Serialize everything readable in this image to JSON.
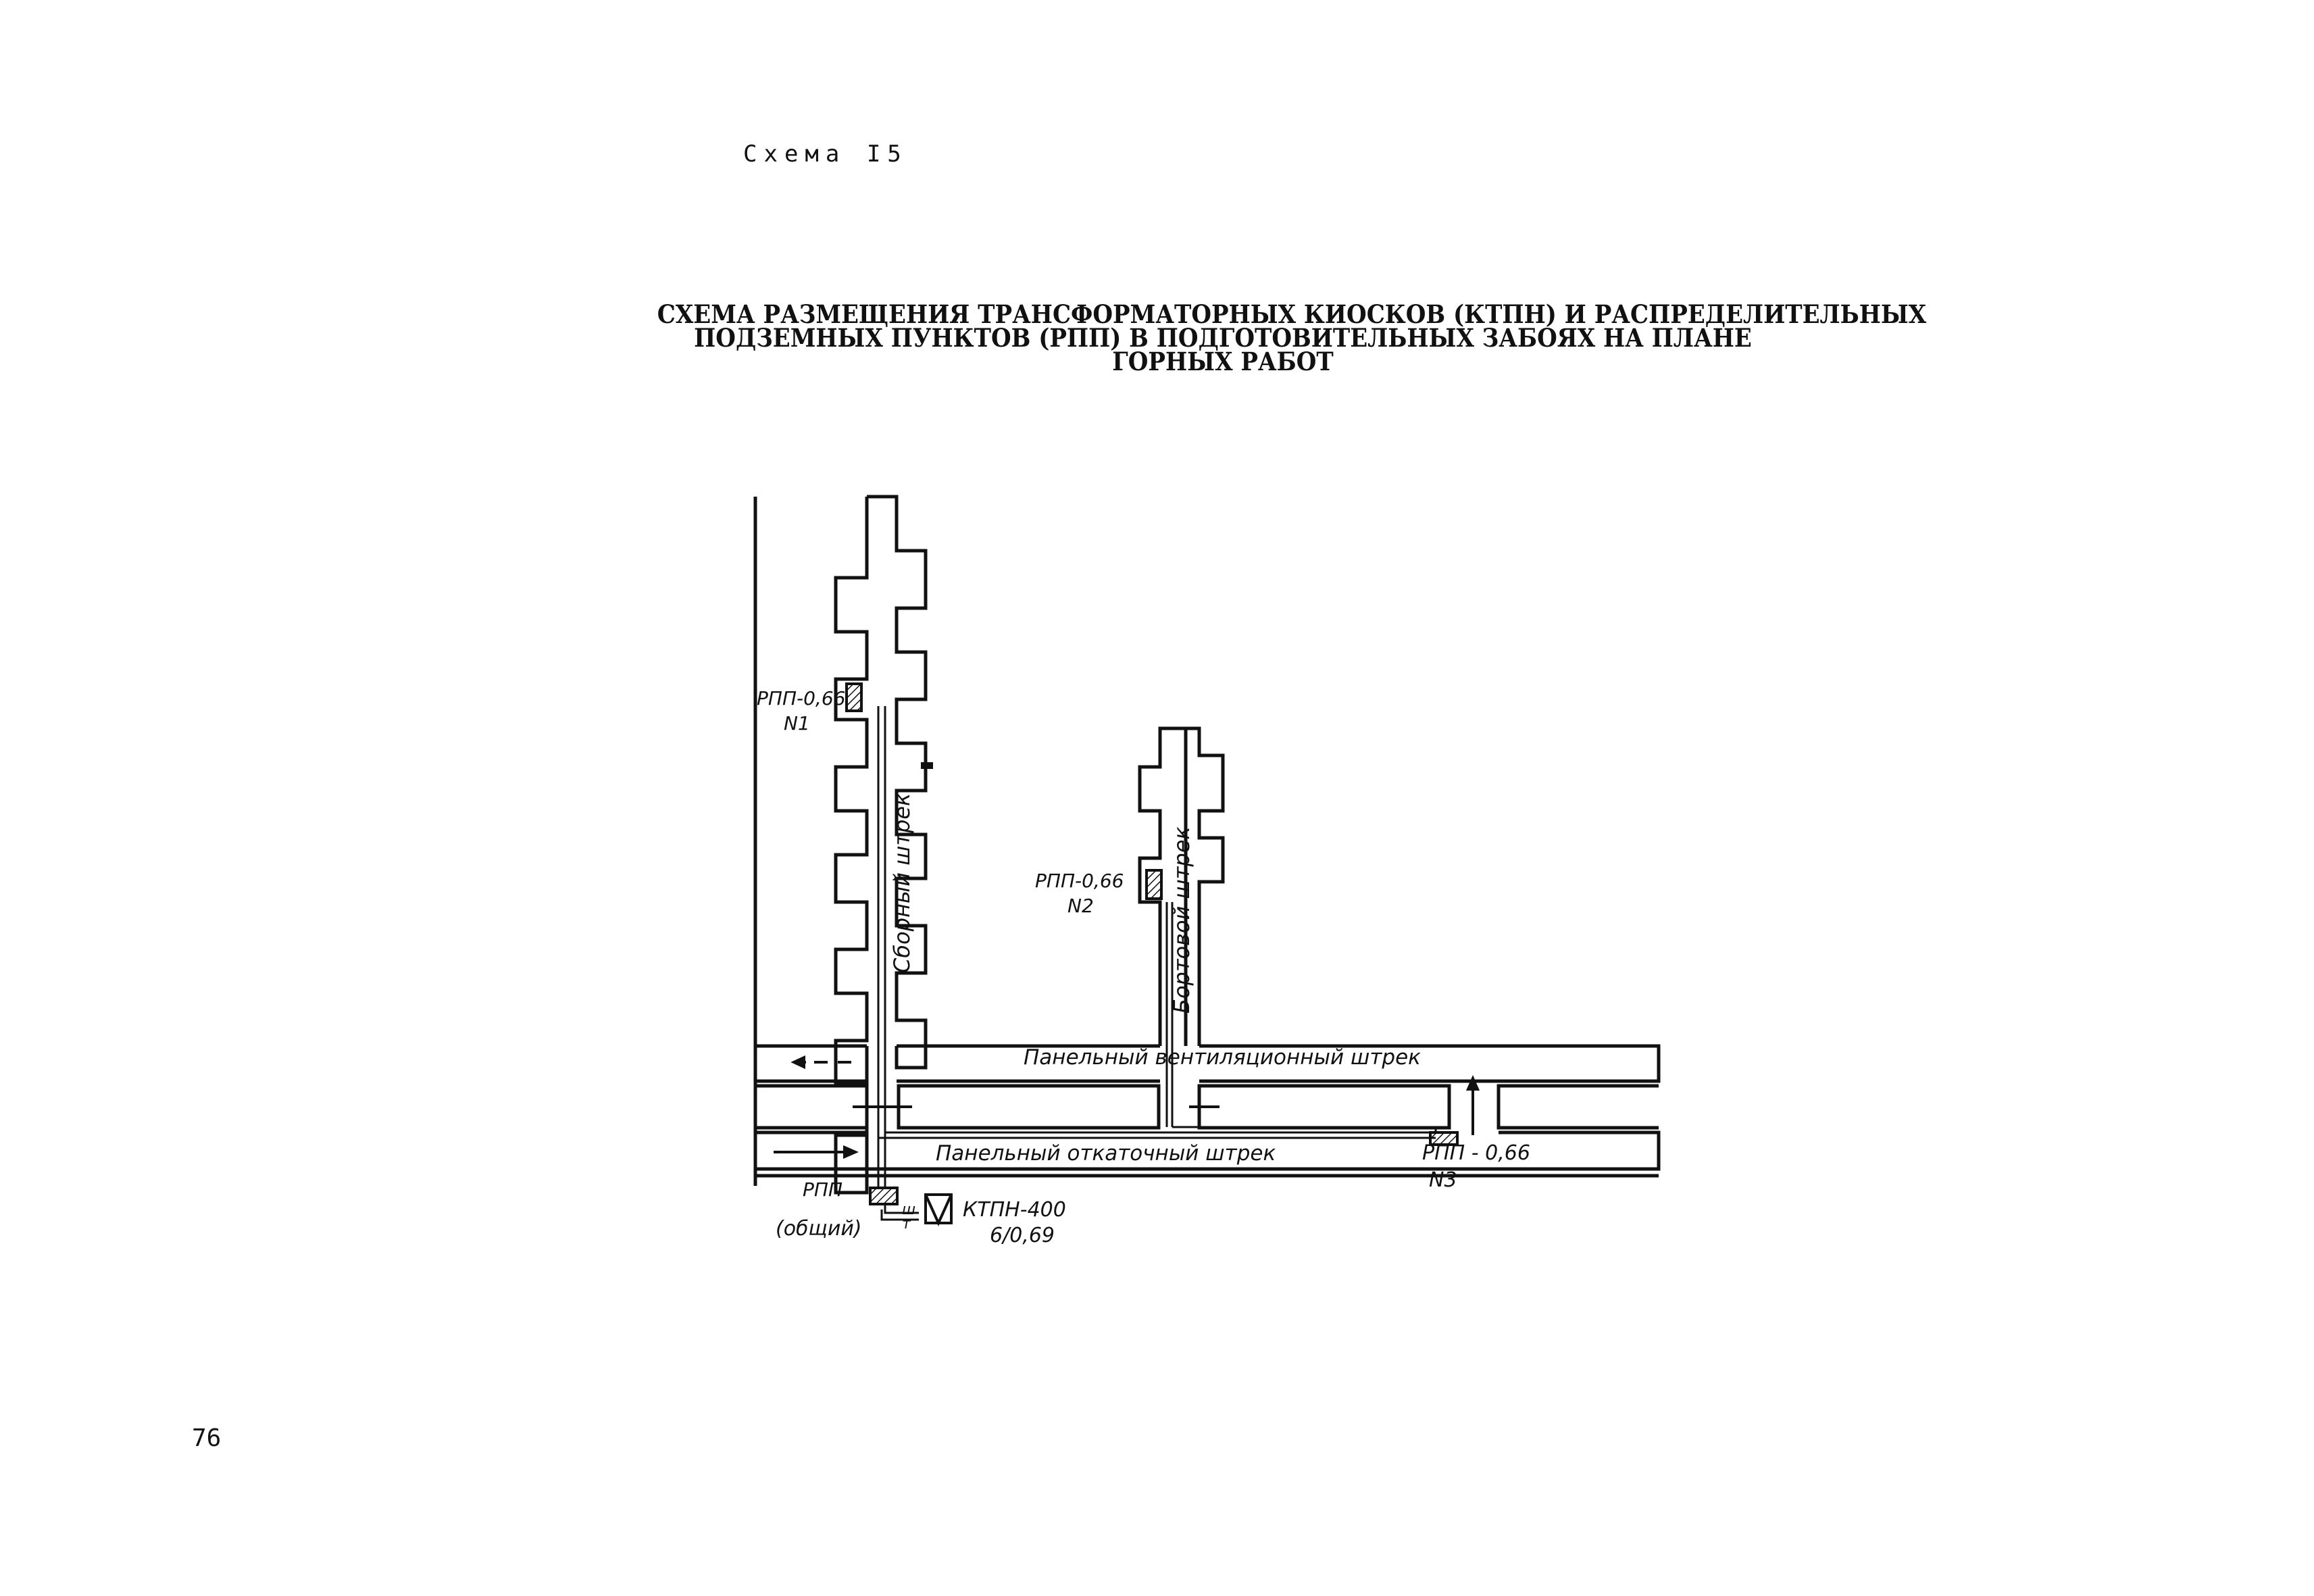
{
  "page_label": "Схема I5",
  "title": {
    "line1": "СХЕМА РАЗМЕЩЕНИЯ ТРАНСФОРМАТОРНЫХ КИОСКОВ (КТПН) И РАСПРЕДЕЛИТЕЛЬНЫХ",
    "line2": "ПОДЗЕМНЫХ ПУНКТОВ (РПП) В ПОДГОТОВИТЕЛЬНЫХ ЗАБОЯХ НА ПЛАНЕ",
    "line3": "ГОРНЫХ РАБОТ"
  },
  "diagram": {
    "rpp1": {
      "name": "РПП-0,66",
      "num": "N1"
    },
    "rpp2": {
      "name": "РПП-0,66",
      "num": "N2"
    },
    "rpp3": {
      "name": "РПП - 0,66",
      "num": "N3"
    },
    "rpp_common": {
      "name": "РПП",
      "sub": "(общий)"
    },
    "ktpn": {
      "name": "КТПН-400",
      "ratio": "6/0,69"
    },
    "switch_top": "ш",
    "switch_bottom": "т",
    "drift_collect": "Сборный штрек",
    "drift_side": "Бортовой штрек",
    "drift_vent": "Панельный вентиляционный штрек",
    "drift_haul": "Панельный откаточный штрек"
  },
  "page_number": "76"
}
